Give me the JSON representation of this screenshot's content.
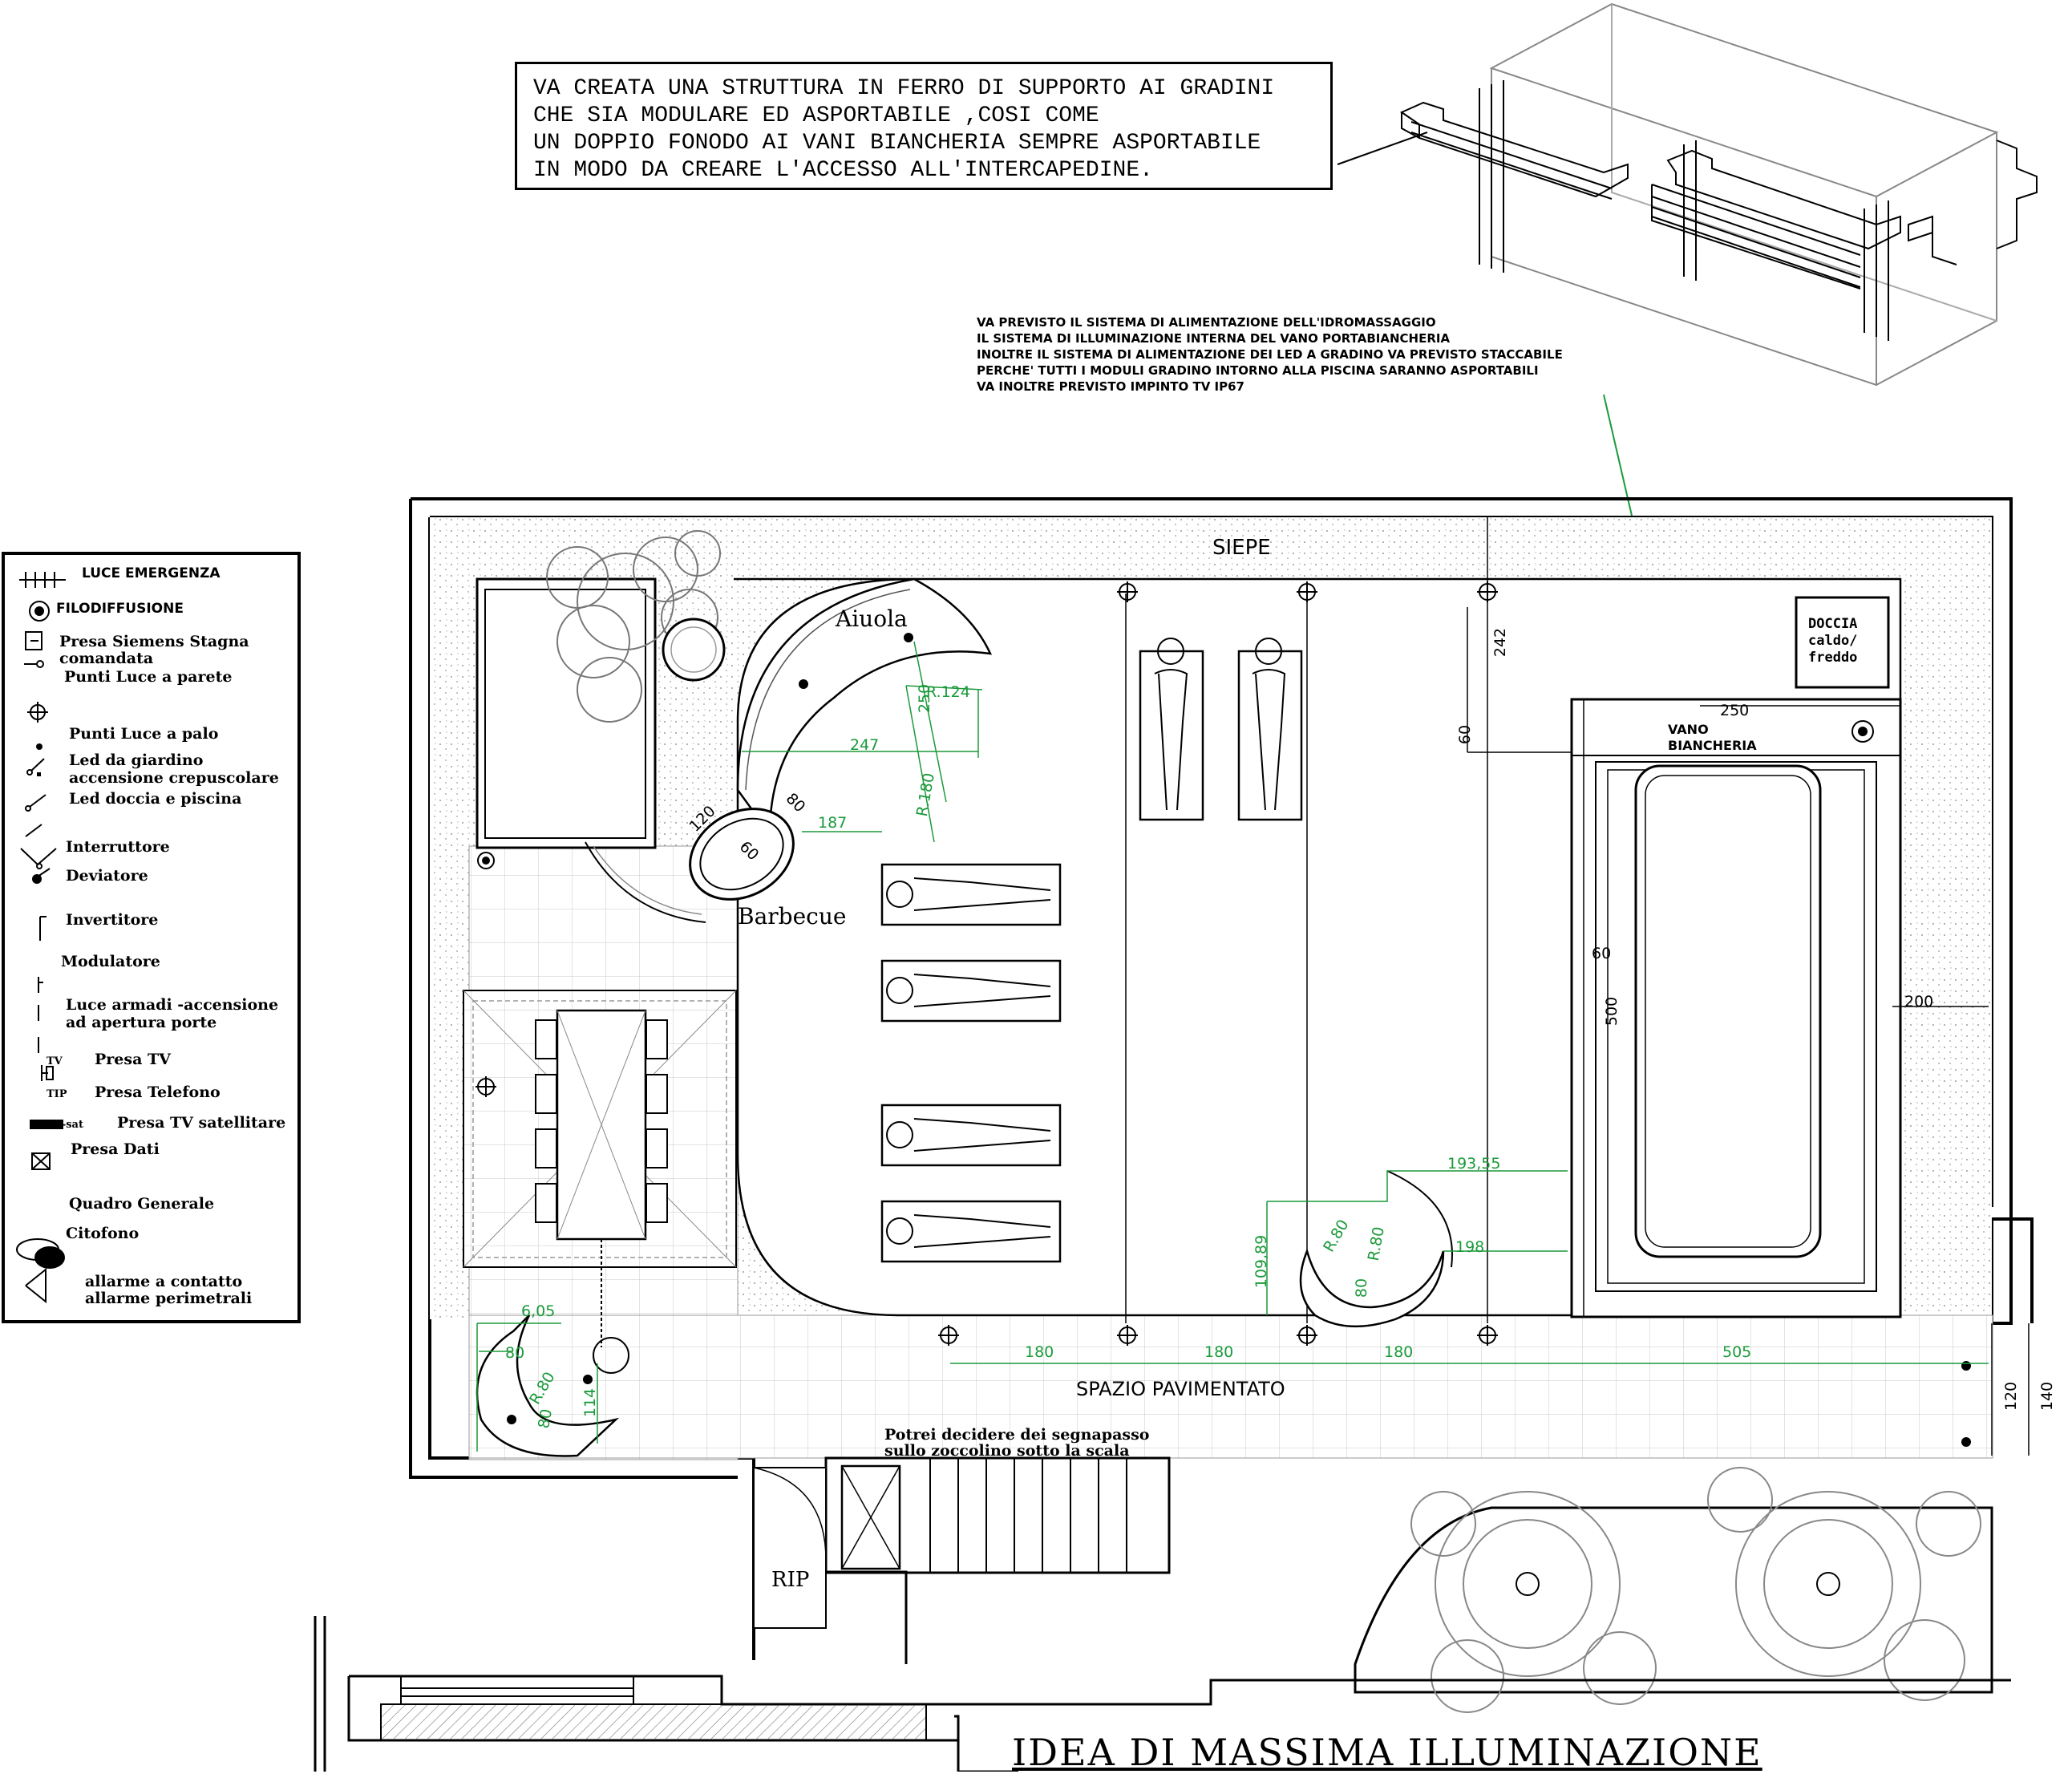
{
  "note": {
    "lines": [
      "VA CREATA UNA STRUTTURA IN FERRO DI SUPPORTO AI GRADINI",
      "CHE SIA MODULARE ED ASPORTABILE ,COSI COME",
      "UN DOPPIO FONODO AI VANI BIANCHERIA SEMPRE ASPORTABILE",
      "IN MODO DA CREARE L'ACCESSO ALL'INTERCAPEDINE."
    ]
  },
  "small_note": {
    "lines": [
      "VA PREVISTO IL SISTEMA DI ALIMENTAZIONE DELL'IDROMASSAGGIO",
      "IL SISTEMA DI ILLUMINAZIONE INTERNA DEL VANO PORTABIANCHERIA",
      "INOLTRE IL SISTEMA DI ALIMENTAZIONE DEI LED A GRADINO VA PREVISTO STACCABILE",
      "PERCHE' TUTTI I MODULI GRADINO INTORNO ALLA PISCINA SARANNO ASPORTABILI",
      "VA INOLTRE PREVISTO IMPINTO TV IP67"
    ]
  },
  "legend": {
    "items": [
      {
        "icon": "emergency-light-icon",
        "label": "LUCE EMERGENZA"
      },
      {
        "icon": "speaker-icon",
        "label": "FILODIFFUSIONE"
      },
      {
        "icon": "waterproof-socket-icon",
        "label": "Presa Siemens Stagna"
      },
      {
        "icon": "",
        "label": "comandata"
      },
      {
        "icon": "wall-light-icon",
        "label": "Punti Luce a parete"
      },
      {
        "icon": "pole-light-icon",
        "label": "Punti Luce a palo"
      },
      {
        "icon": "garden-led-icon",
        "label": "Led da giardino"
      },
      {
        "icon": "",
        "label": "accensione crepuscolare"
      },
      {
        "icon": "shower-led-icon",
        "label": "Led doccia e piscina"
      },
      {
        "icon": "switch-icon",
        "label": "Interruttore"
      },
      {
        "icon": "deviator-icon",
        "label": "Deviatore"
      },
      {
        "icon": "inverter-icon",
        "label": "Invertitore"
      },
      {
        "icon": "dimmer-icon",
        "label": "Modulatore"
      },
      {
        "icon": "closet-light-icon",
        "label": "Luce armadi -accensione"
      },
      {
        "icon": "",
        "label": "ad apertura porte"
      },
      {
        "icon": "tv-socket-icon",
        "label": "Presa TV"
      },
      {
        "icon": "phone-socket-icon",
        "label": "Presa Telefono"
      },
      {
        "icon": "sat-socket-icon",
        "label": "Presa TV satellitare"
      },
      {
        "icon": "data-socket-icon",
        "label": "Presa Dati"
      },
      {
        "icon": "main-panel-icon",
        "label": "Quadro Generale"
      },
      {
        "icon": "intercom-icon",
        "label": "Citofono"
      },
      {
        "icon": "contact-alarm-icon",
        "label": "allarme a contatto"
      },
      {
        "icon": "perimeter-alarm-icon",
        "label": "allarme perimetrali"
      }
    ],
    "icon_tags": {
      "tv": "TV",
      "phone": "TIP",
      "sat": "TV-sat"
    }
  },
  "plan": {
    "labels": {
      "siepe": "SIEPE",
      "aiuola": "Aiuola",
      "barbecue": "Barbecue",
      "spazio": "SPAZIO PAVIMENTATO",
      "rip": "RIP",
      "doccia_1": "DOCCIA",
      "doccia_2": "caldo/",
      "doccia_3": "freddo",
      "vano_1": "VANO",
      "vano_2": "BIANCHERIA",
      "stair_note_1": "Potrei decidere dei segnapasso",
      "stair_note_2": "sullo zoccolino sotto la scala"
    },
    "dimensions": {
      "d250a": "250",
      "d247": "247",
      "d187": "187",
      "r124": "R.124",
      "r180": "R.180",
      "d120a": "120",
      "d80a": "80",
      "d60a": "60",
      "d242": "242",
      "d60b": "60",
      "d250b": "250",
      "d60c": "60",
      "d500": "500",
      "d200": "200",
      "d193": "193,55",
      "d198": "198",
      "d109": "109,89",
      "r80a": "R.80",
      "r80b": "R.80",
      "d80b": "80",
      "d180a": "180",
      "d180b": "180",
      "d180c": "180",
      "d505": "505",
      "d120b": "120",
      "d140": "140",
      "d6505": "6,05",
      "d80c": "80",
      "r80c": "R.80",
      "d80d": "80",
      "d114": "114"
    }
  },
  "title": "IDEA DI MASSIMA    ILLUMINAZIONE",
  "colors": {
    "dimension": "#1a9a3a",
    "stipple": "#9a9a9a",
    "line": "#000000"
  }
}
